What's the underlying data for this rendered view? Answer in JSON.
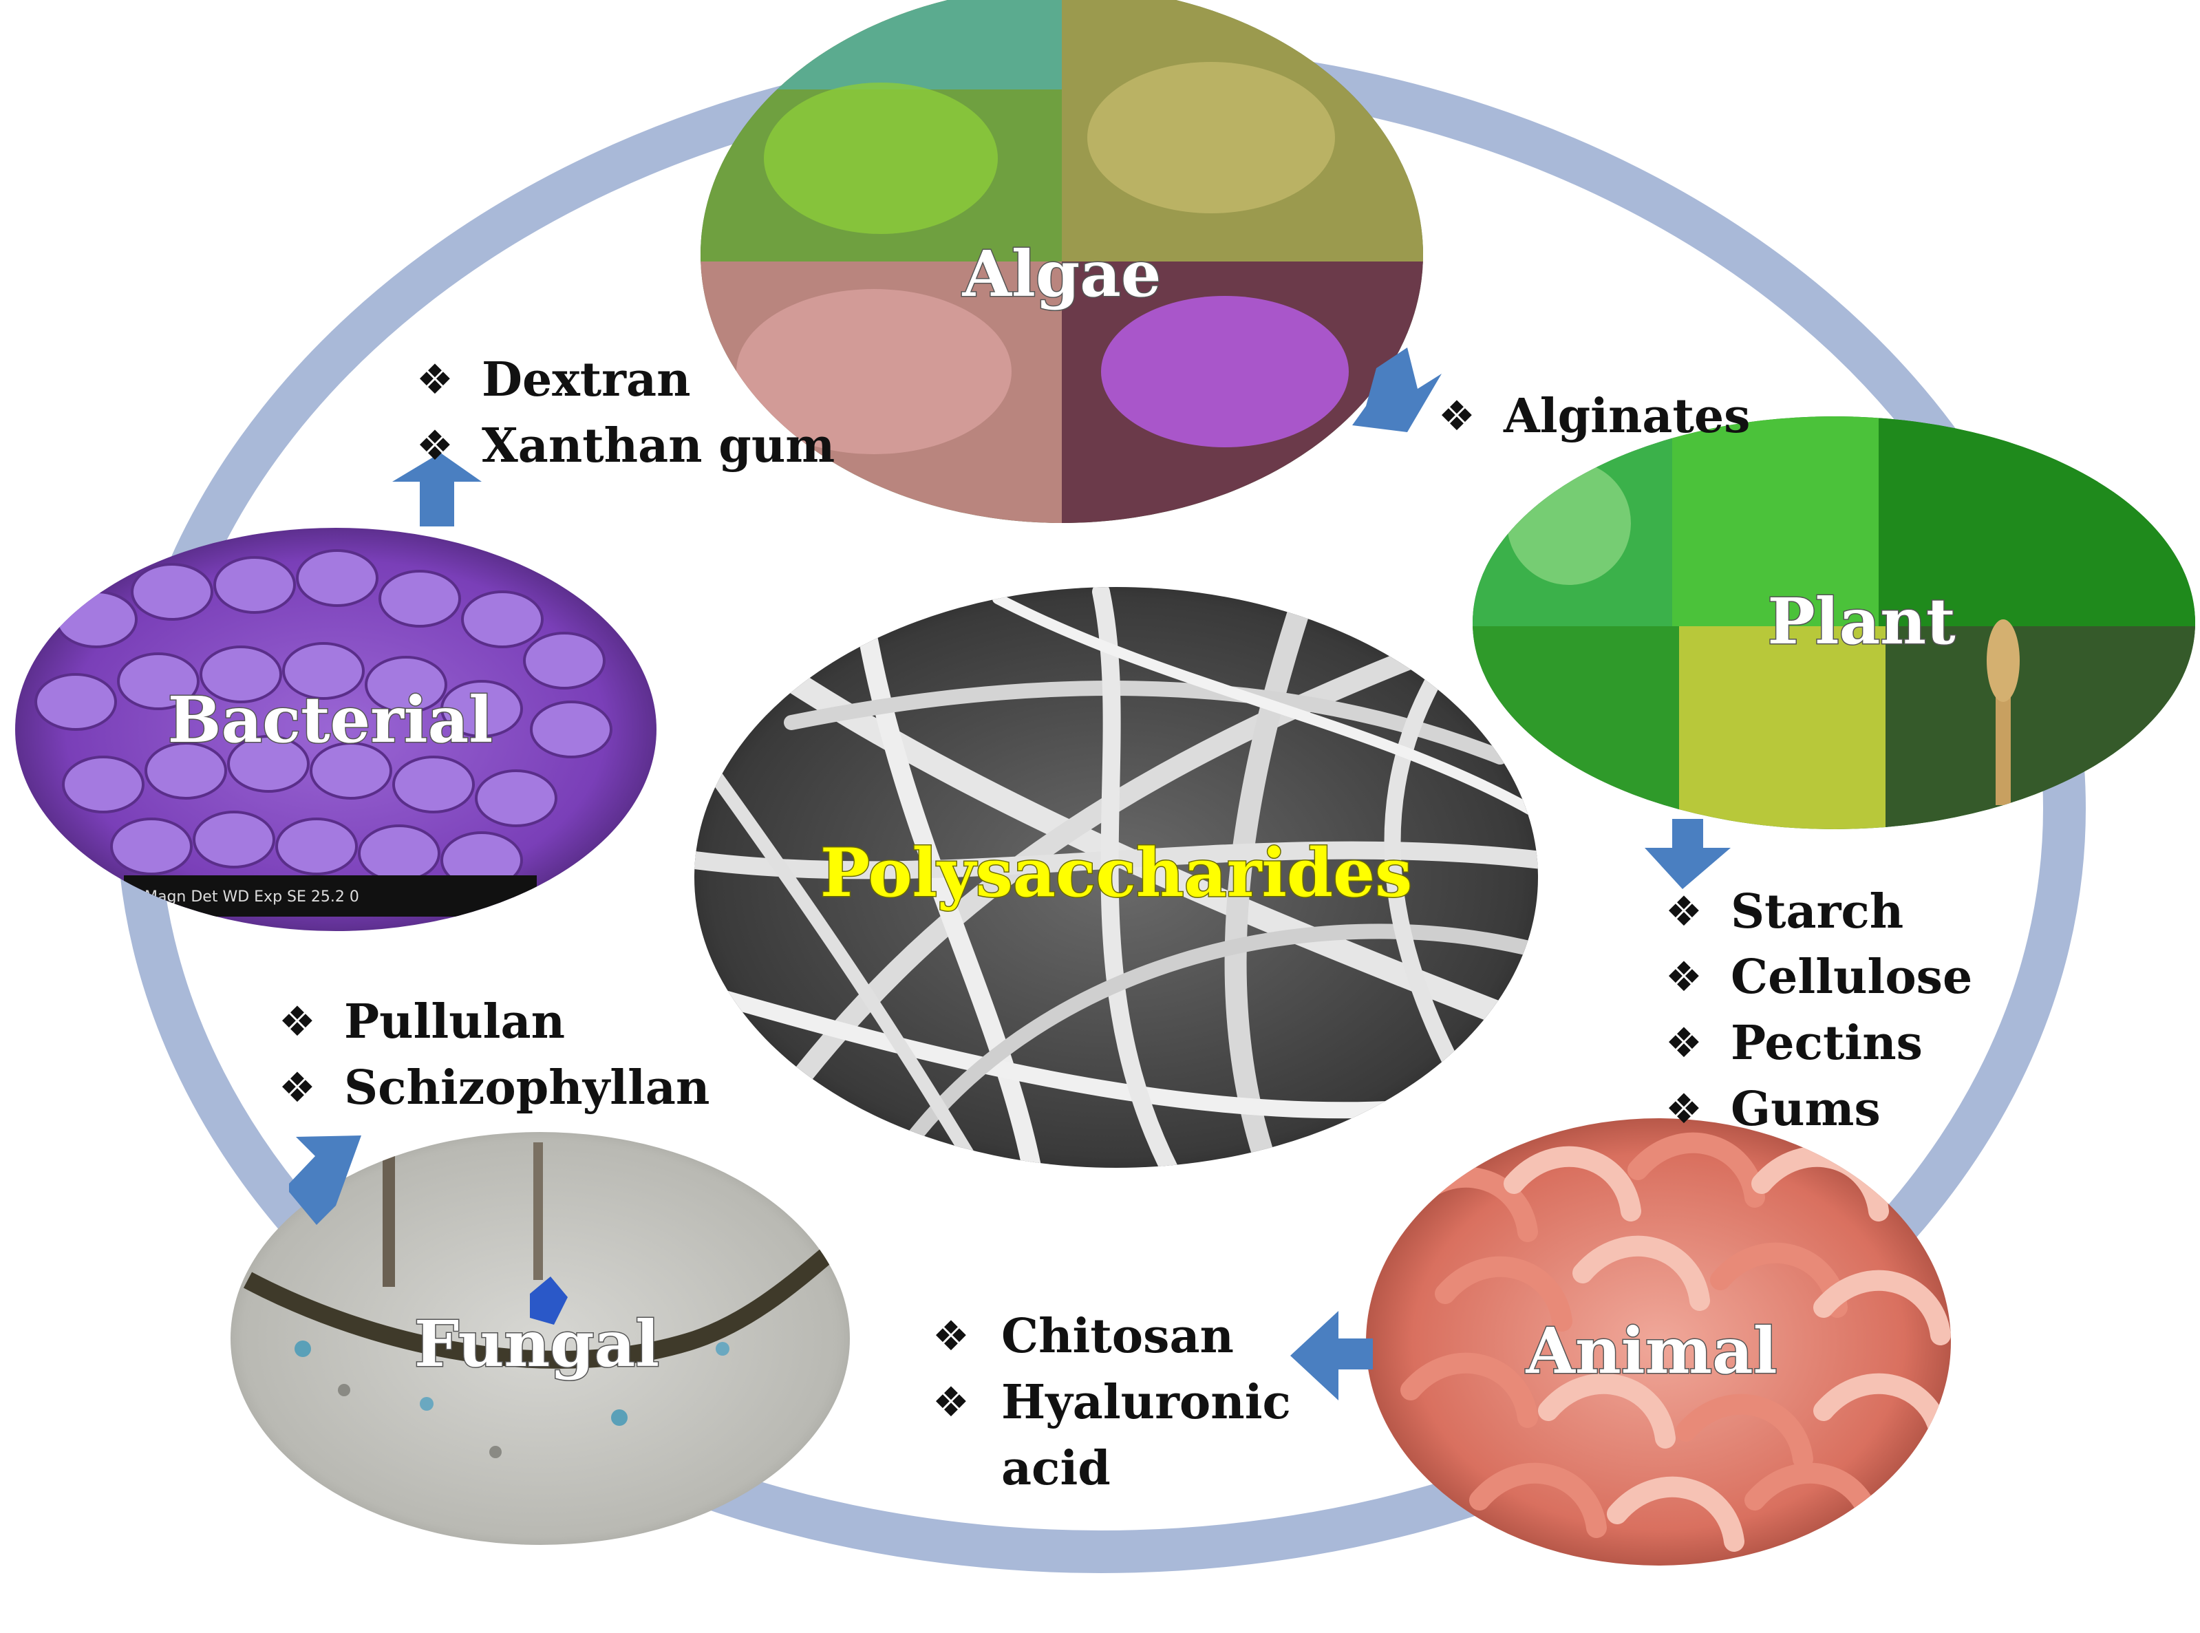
{
  "center": {
    "label": "Polysaccharides"
  },
  "sources": [
    {
      "id": "algae",
      "label": "Algae"
    },
    {
      "id": "plant",
      "label": "Plant"
    },
    {
      "id": "animal",
      "label": "Animal"
    },
    {
      "id": "fungal",
      "label": "Fungal"
    },
    {
      "id": "bacterial",
      "label": "Bacterial"
    }
  ],
  "products": {
    "algae": [
      "Alginates"
    ],
    "plant": [
      "Starch",
      "Cellulose",
      "Pectins",
      "Gums"
    ],
    "animal": [
      "Chitosan",
      "Hyaluronic",
      "acid"
    ],
    "fungal": [
      "Pullulan",
      "Schizophyllan"
    ],
    "bacterial": [
      "Dextran",
      "Xanthan gum"
    ]
  },
  "bullet_glyph": "❖",
  "colors": {
    "ring": "#a9b9d8",
    "arrow": "#4a7fc1",
    "center_text": "#ffff00"
  },
  "micro_readout": "Magn  Det  WD  Exp      SE  25.2  0"
}
